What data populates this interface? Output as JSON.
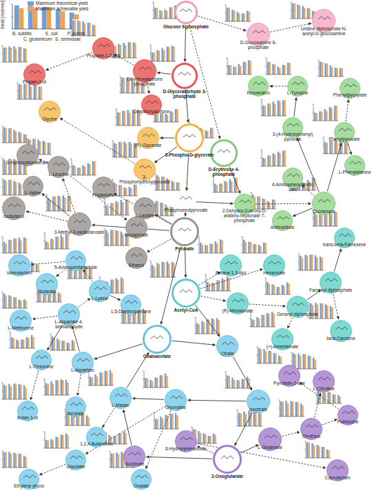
{
  "diagram": {
    "nodes": [
      {
        "text": [
          "Glucose 6-phosphate"
        ]
      },
      {
        "text": [
          "D-Glucosamine 6-phosphate"
        ]
      },
      {
        "text": [
          "Uridine diphosphate N-acetyl-D-glucosamine"
        ]
      },
      {
        "text": [
          "Propane-1,2-diol"
        ]
      },
      {
        "text": [
          "Propan-1-ol"
        ]
      },
      {
        "text": [
          "Dihydroxyacetone phosphate"
        ]
      },
      {
        "text": [
          "D-Glyceraldehyde 3-phosphate"
        ]
      },
      {
        "text": [
          "Resveratrol"
        ]
      },
      {
        "text": [
          "L-Tyrosine"
        ]
      },
      {
        "text": [
          "Phenylglyoxylate"
        ]
      },
      {
        "text": [
          "Dihydroxyacetone"
        ]
      },
      {
        "text": [
          "Glycine"
        ]
      },
      {
        "text": [
          "(R)-Glycerate"
        ]
      },
      {
        "text": [
          "3-(4-Hydroxyphenyl) pyruvate"
        ]
      },
      {
        "text": [
          "Phenylpyruvate"
        ]
      },
      {
        "text": [
          "3-Phospho-D-glycerate"
        ]
      },
      {
        "text": [
          "D-Erythrose 4-phosphate"
        ]
      },
      {
        "text": [
          "3-Hydroxyisovalerate"
        ]
      },
      {
        "text": [
          "L-Leucine"
        ]
      },
      {
        "text": [
          "3-Phosphohydroxypyruvate"
        ]
      },
      {
        "text": [
          "L-Phenylalanine"
        ]
      },
      {
        "text": [
          "4-Aminophenylacetic acid"
        ]
      },
      {
        "text": [
          "Propionate"
        ]
      },
      {
        "text": [
          "L-Lactate"
        ]
      },
      {
        "text": [
          "Phosphoenolpyruvate"
        ]
      },
      {
        "text": [
          "Isobutanol"
        ]
      },
      {
        "text": [
          "L-Valine"
        ]
      },
      {
        "text": [
          "3-Methyl-2-oxobutanoate"
        ]
      },
      {
        "text": [
          "Isocaproate"
        ]
      },
      {
        "text": [
          "2-Dehydro-3-deoxy-D-arabino-heptonate 7-phosphate"
        ]
      },
      {
        "text": [
          "Chorismate"
        ]
      },
      {
        "text": [
          "Anthranilate"
        ]
      },
      {
        "text": [
          "Pyruvate"
        ]
      },
      {
        "text": [
          "Ethanol"
        ]
      },
      {
        "text": [
          "trans-beta-Farnesene"
        ]
      },
      {
        "text": [
          "Valerolactam"
        ]
      },
      {
        "text": [
          "5-Aminopentanamide"
        ]
      },
      {
        "text": [
          "Butane-1,3-diol"
        ]
      },
      {
        "text": [
          "Hexanoate"
        ]
      },
      {
        "text": [
          "Glutarate"
        ]
      },
      {
        "text": [
          "L-Lysine"
        ]
      },
      {
        "text": [
          "Farnesyl diphosphate"
        ]
      },
      {
        "text": [
          "Acetyl-CoA"
        ]
      },
      {
        "text": [
          "1,5-Diaminopentane"
        ]
      },
      {
        "text": [
          "(R)-Mevalonate"
        ]
      },
      {
        "text": [
          "Geranyl diphosphate"
        ]
      },
      {
        "text": [
          "L-Methionine"
        ]
      },
      {
        "text": [
          "L-Aspartate 4-semialdehyde"
        ]
      },
      {
        "text": [
          "beta-Carotene"
        ]
      },
      {
        "text": [
          "Oxaloacetate"
        ]
      },
      {
        "text": [
          "Citrate"
        ]
      },
      {
        "text": [
          "(+)-Artemisinate"
        ]
      },
      {
        "text": [
          "L-Threonine"
        ]
      },
      {
        "text": [
          "L-Aspartate"
        ]
      },
      {
        "text": [
          "Pyrrolidin-2-one"
        ]
      },
      {
        "text": [
          "L-Citrulline"
        ]
      },
      {
        "text": [
          "Butan-1-ol"
        ]
      },
      {
        "text": [
          "Acrylate"
        ]
      },
      {
        "text": [
          "L-Malate"
        ]
      },
      {
        "text": [
          "Glyoxylate"
        ]
      },
      {
        "text": [
          "Isocitrate"
        ]
      },
      {
        "text": [
          "Putrescine"
        ]
      },
      {
        "text": [
          "1,2,4-Butanetriol"
        ]
      },
      {
        "text": [
          "Ornithine"
        ]
      },
      {
        "text": [
          "L-Glutamate"
        ]
      },
      {
        "text": [
          "6-Hydroxyhexanoate"
        ]
      },
      {
        "text": [
          "Glycolate"
        ]
      },
      {
        "text": [
          "Succinate"
        ]
      },
      {
        "text": [
          "2-Oxoglutarate"
        ]
      },
      {
        "text": [
          "Caprolactam"
        ]
      },
      {
        "text": [
          "Ethylene glycol"
        ]
      },
      {
        "text": [
          "Oxalate"
        ]
      }
    ],
    "edges": [
      {
        "from": 0,
        "to": 6,
        "arrow": "to"
      },
      {
        "from": 6,
        "to": 15,
        "arrow": "to"
      },
      {
        "from": 15,
        "to": 24,
        "arrow": "to"
      },
      {
        "from": 24,
        "to": 32,
        "arrow": "to"
      },
      {
        "from": 32,
        "to": 42,
        "arrow": "to"
      },
      {
        "from": 42,
        "to": 50,
        "arrow": "to"
      },
      {
        "from": 49,
        "to": 50,
        "arrow": "to"
      },
      {
        "from": 50,
        "to": 60,
        "arrow": "to"
      },
      {
        "from": 60,
        "to": 68,
        "arrow": "to"
      },
      {
        "from": 0,
        "to": 1,
        "arrow": "to"
      },
      {
        "from": 1,
        "to": 2,
        "arrow": "to"
      },
      {
        "from": 6,
        "to": 5,
        "arrow": "to"
      },
      {
        "from": 5,
        "to": 3,
        "arrow": "to"
      },
      {
        "from": 5,
        "to": 10,
        "arrow": "to"
      },
      {
        "from": 3,
        "to": 4,
        "arrow": "to"
      },
      {
        "from": 15,
        "to": 12,
        "arrow": "to"
      },
      {
        "from": 15,
        "to": 19,
        "arrow": "to"
      },
      {
        "from": 19,
        "to": 11,
        "arrow": "to"
      },
      {
        "from": 0,
        "to": 16,
        "arrow": "to"
      },
      {
        "from": 16,
        "to": 29,
        "arrow": "to"
      },
      {
        "from": 24,
        "to": 29,
        "arrow": "to"
      },
      {
        "from": 29,
        "to": 30,
        "arrow": "to"
      },
      {
        "from": 30,
        "to": 31,
        "arrow": "to"
      },
      {
        "from": 30,
        "to": 14,
        "arrow": "to"
      },
      {
        "from": 30,
        "to": 13,
        "arrow": "to"
      },
      {
        "from": 13,
        "to": 8,
        "arrow": "to"
      },
      {
        "from": 8,
        "to": 7,
        "arrow": "to"
      },
      {
        "from": 14,
        "to": 9,
        "arrow": "to"
      },
      {
        "from": 14,
        "to": 20,
        "arrow": "to"
      },
      {
        "from": 30,
        "to": 21,
        "arrow": "to"
      },
      {
        "from": 32,
        "to": 23,
        "arrow": "to"
      },
      {
        "from": 32,
        "to": 27,
        "arrow": "to"
      },
      {
        "from": 32,
        "to": 33,
        "arrow": "to"
      },
      {
        "from": 32,
        "to": 22,
        "arrow": "to"
      },
      {
        "from": 27,
        "to": 26,
        "arrow": "to"
      },
      {
        "from": 27,
        "to": 25,
        "arrow": "to"
      },
      {
        "from": 27,
        "to": 18,
        "arrow": "to"
      },
      {
        "from": 18,
        "to": 17,
        "arrow": "to"
      },
      {
        "from": 18,
        "to": 28,
        "arrow": "to"
      },
      {
        "from": 32,
        "to": 49,
        "arrow": "to"
      },
      {
        "from": 42,
        "to": 37,
        "arrow": "to"
      },
      {
        "from": 42,
        "to": 38,
        "arrow": "to"
      },
      {
        "from": 42,
        "to": 44,
        "arrow": "to"
      },
      {
        "from": 44,
        "to": 45,
        "arrow": "to"
      },
      {
        "from": 45,
        "to": 41,
        "arrow": "to"
      },
      {
        "from": 41,
        "to": 34,
        "arrow": "to"
      },
      {
        "from": 41,
        "to": 48,
        "arrow": "to"
      },
      {
        "from": 45,
        "to": 51,
        "arrow": "to"
      },
      {
        "from": 49,
        "to": 53,
        "arrow": "to"
      },
      {
        "from": 53,
        "to": 47,
        "arrow": "to"
      },
      {
        "from": 47,
        "to": 40,
        "arrow": "to"
      },
      {
        "from": 47,
        "to": 46,
        "arrow": "to"
      },
      {
        "from": 47,
        "to": 52,
        "arrow": "to"
      },
      {
        "from": 40,
        "to": 43,
        "arrow": "to"
      },
      {
        "from": 40,
        "to": 36,
        "arrow": "to"
      },
      {
        "from": 36,
        "to": 35,
        "arrow": "to"
      },
      {
        "from": 36,
        "to": 39,
        "arrow": "to"
      },
      {
        "from": 60,
        "to": 59,
        "arrow": "to"
      },
      {
        "from": 59,
        "to": 58,
        "arrow": "to"
      },
      {
        "from": 58,
        "to": 49,
        "arrow": "to"
      },
      {
        "from": 58,
        "to": 62,
        "arrow": "to"
      },
      {
        "from": 53,
        "to": 57,
        "arrow": "to"
      },
      {
        "from": 52,
        "to": 56,
        "arrow": "to"
      },
      {
        "from": 59,
        "to": 66,
        "arrow": "to"
      },
      {
        "from": 66,
        "to": 70,
        "arrow": "to"
      },
      {
        "from": 59,
        "to": 71,
        "arrow": "to"
      },
      {
        "from": 68,
        "to": 64,
        "arrow": "to"
      },
      {
        "from": 64,
        "to": 63,
        "arrow": "to"
      },
      {
        "from": 63,
        "to": 55,
        "arrow": "to"
      },
      {
        "from": 63,
        "to": 61,
        "arrow": "to"
      },
      {
        "from": 61,
        "to": 54,
        "arrow": "to"
      },
      {
        "from": 68,
        "to": 65,
        "arrow": "to"
      },
      {
        "from": 65,
        "to": 69,
        "arrow": "to"
      },
      {
        "from": 68,
        "to": 67,
        "arrow": "to"
      },
      {
        "from": 67,
        "to": 58,
        "arrow": "to"
      }
    ],
    "labels": [
      "Yield [mol/mol]",
      "B. subtilis",
      "E. coli",
      "P. putida",
      "C. glutamicum",
      "S. cerevisiae"
    ],
    "legend": [
      {
        "text": "Maximum theoretical yield",
        "color": "#6f9fd8"
      },
      {
        "text": "Maximum achievable yield",
        "color": "#f0a254"
      }
    ]
  }
}
